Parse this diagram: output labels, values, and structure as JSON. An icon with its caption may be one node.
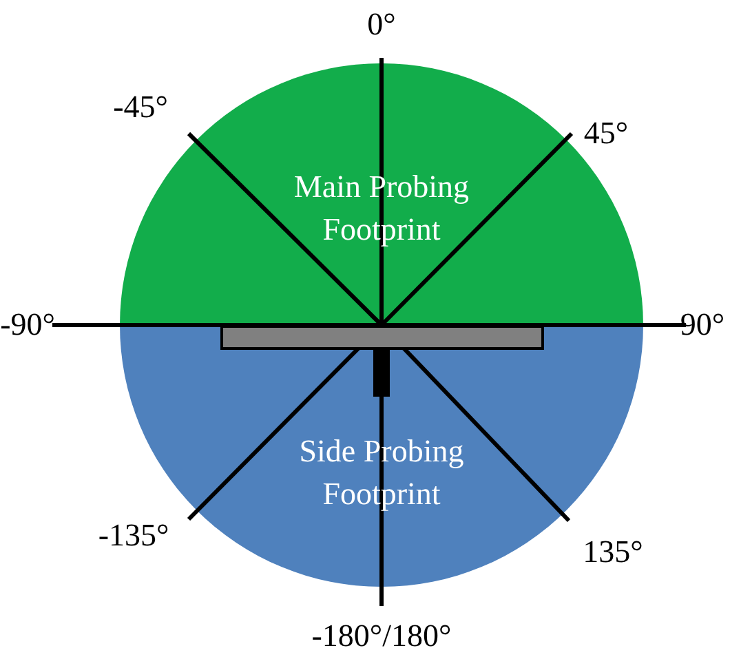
{
  "diagram": {
    "nodes": [
      {
        "text": [
          "Main Probing Footprint"
        ]
      },
      {
        "text": [
          "Side Probing Footprint"
        ]
      }
    ],
    "labels": [
      "0°",
      "-45°",
      "45°",
      "-90°",
      "90°",
      "-135°",
      "135°",
      "-180°/180°"
    ]
  }
}
